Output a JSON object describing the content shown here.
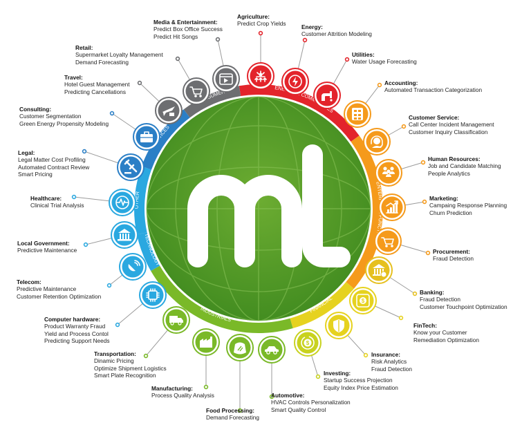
{
  "logo_text": "ml",
  "segments": [
    {
      "id": "energy",
      "label": "ENERGY & COMMODITIES",
      "color": "#e3242b"
    },
    {
      "id": "enterprise",
      "label": "ENTERPRISE FUNCTIONS",
      "color": "#f59a1b"
    },
    {
      "id": "financial",
      "label": "FINANCIAL",
      "color": "#e6d21f"
    },
    {
      "id": "industrials",
      "label": "INDUSTRIALS",
      "color": "#7ab928"
    },
    {
      "id": "technology",
      "label": "TECHNOLOGY",
      "color": "#2aa8e0"
    },
    {
      "id": "other",
      "label": "OTHER",
      "color": "#2aa8e0"
    },
    {
      "id": "services",
      "label": "SERVICES",
      "color": "#2b7fc6"
    },
    {
      "id": "consumer",
      "label": "CONSUMER",
      "color": "#6d6e71"
    }
  ],
  "industries": [
    {
      "id": "agriculture",
      "icon": "agriculture-icon",
      "color": "#e3242b",
      "title": "Agriculture:",
      "lines": [
        "Predict Crop Yields"
      ]
    },
    {
      "id": "energy",
      "icon": "lightning-icon",
      "color": "#e3242b",
      "title": "Energy:",
      "lines": [
        "Customer Attrition Modeling"
      ]
    },
    {
      "id": "utilities",
      "icon": "faucet-icon",
      "color": "#e3242b",
      "title": "Utilities:",
      "lines": [
        "Water Usage Forecasting"
      ]
    },
    {
      "id": "accounting",
      "icon": "calculator-icon",
      "color": "#f59a1b",
      "title": "Accounting:",
      "lines": [
        "Automated Transaction Categorization"
      ]
    },
    {
      "id": "customer-service",
      "icon": "headset-icon",
      "color": "#f59a1b",
      "title": "Customer Service:",
      "lines": [
        "Call Center Incident Management",
        "Customer Inquiry Classification"
      ]
    },
    {
      "id": "human-resources",
      "icon": "people-icon",
      "color": "#f59a1b",
      "title": "Human Resources:",
      "lines": [
        "Job and Candidate Matching",
        "People Analytics"
      ]
    },
    {
      "id": "marketing",
      "icon": "growth-chart-icon",
      "color": "#f59a1b",
      "title": "Marketing:",
      "lines": [
        "Campaing Response Planning",
        "Churn Prediction"
      ]
    },
    {
      "id": "procurement",
      "icon": "cart-truck-icon",
      "color": "#f59a1b",
      "title": "Procurement:",
      "lines": [
        "Fraud Detection"
      ]
    },
    {
      "id": "banking",
      "icon": "bank-coin-icon",
      "color": "#e6c01f",
      "title": "Banking:",
      "lines": [
        "Fraud Detection",
        "Customer Touchpoint Optimization"
      ]
    },
    {
      "id": "fintech",
      "icon": "coin-chip-icon",
      "color": "#e6d21f",
      "title": "FinTech:",
      "lines": [
        "Know your Customer",
        "Remediation Optimization"
      ]
    },
    {
      "id": "insurance",
      "icon": "shield-icon",
      "color": "#e6d21f",
      "title": "Insurance:",
      "lines": [
        "Risk Analytics",
        "Fraud Detection"
      ]
    },
    {
      "id": "investing",
      "icon": "dollar-cycle-icon",
      "color": "#c8d21f",
      "title": "Investing:",
      "lines": [
        "Startup Success Projection",
        "Equity Index Price Estimation"
      ]
    },
    {
      "id": "automotive",
      "icon": "car-icon",
      "color": "#7ab928",
      "title": "Automotive:",
      "lines": [
        "HVAC Controls Personalization",
        "Smart Quality Control"
      ]
    },
    {
      "id": "food-processing",
      "icon": "food-bag-icon",
      "color": "#7ab928",
      "title": "Food Processing:",
      "lines": [
        "Demand Forecasting"
      ]
    },
    {
      "id": "manufacturing",
      "icon": "factory-icon",
      "color": "#7ab928",
      "title": "Manufacturing:",
      "lines": [
        "Process Quality Analysis"
      ]
    },
    {
      "id": "transportation",
      "icon": "truck-icon",
      "color": "#7ab928",
      "title": "Transportation:",
      "lines": [
        "Dinamic Pricing",
        "Optimize Shipment Logistics",
        "Smart Plate Recognition"
      ]
    },
    {
      "id": "computer-hardware",
      "icon": "chip-icon",
      "color": "#2aa8e0",
      "title": "Computer hardware:",
      "lines": [
        "Product Warranty Fraud",
        "Yield and Process Contol",
        "Predicting Support Needs"
      ]
    },
    {
      "id": "telecom",
      "icon": "satellite-icon",
      "color": "#2aa8e0",
      "title": "Telecom:",
      "lines": [
        "Predictive Maintenance",
        "Customer Retention Optimization"
      ]
    },
    {
      "id": "local-government",
      "icon": "government-building-icon",
      "color": "#2aa8e0",
      "title": "Local Government:",
      "lines": [
        "Predictive Maintenance"
      ]
    },
    {
      "id": "healthcare",
      "icon": "heartbeat-icon",
      "color": "#2aa8e0",
      "title": "Healthcare:",
      "lines": [
        "Clinical Trial Analysis"
      ]
    },
    {
      "id": "legal",
      "icon": "gavel-icon",
      "color": "#2b7fc6",
      "title": "Legal:",
      "lines": [
        "Legal Matter Cost Profiling",
        "Automated Contract Review",
        "Smart Pricing"
      ]
    },
    {
      "id": "consulting",
      "icon": "briefcase-icon",
      "color": "#2b7fc6",
      "title": "Consulting:",
      "lines": [
        "Customer Segmentation",
        "Green Energy Propensity Modeling"
      ]
    },
    {
      "id": "travel",
      "icon": "airplane-icon",
      "color": "#6d6e71",
      "title": "Travel:",
      "lines": [
        "Hotel Guest Management",
        "Predicting Cancellations"
      ]
    },
    {
      "id": "retail",
      "icon": "shopping-cart-icon",
      "color": "#6d6e71",
      "title": "Retail:",
      "lines": [
        "Supermarket Loyalty Management",
        "Demand Forecasting"
      ]
    },
    {
      "id": "media-entertainment",
      "icon": "media-play-icon",
      "color": "#6d6e71",
      "title": "Media & Entertainment:",
      "lines": [
        "Predict Box Office Success",
        "Predict Hit Songs"
      ]
    }
  ]
}
